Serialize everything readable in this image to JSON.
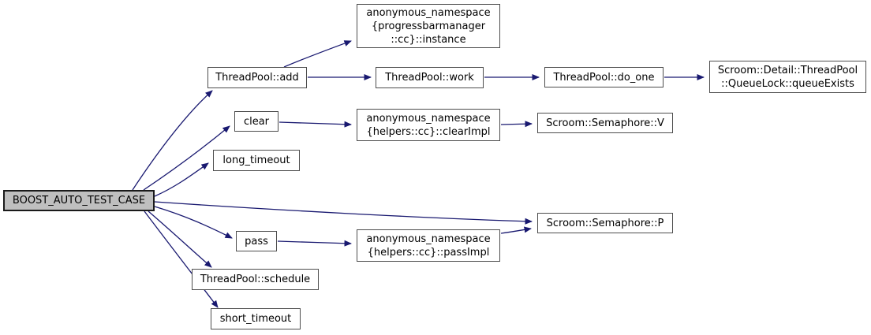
{
  "diagram": {
    "kind": "doxygen-call-graph",
    "colors": {
      "edge": "#191970",
      "node_border": "#4d4d4d",
      "node_fill": "#ffffff",
      "highlight_fill": "#bfbfbf",
      "text": "#000000"
    },
    "nodes": {
      "boost": {
        "label": "BOOST_AUTO_TEST_CASE",
        "highlighted": true
      },
      "add": {
        "label": "ThreadPool::add"
      },
      "instance": {
        "label": "anonymous_namespace\n{progressbarmanager\n::cc}::instance"
      },
      "work": {
        "label": "ThreadPool::work"
      },
      "do_one": {
        "label": "ThreadPool::do_one"
      },
      "queue_exists": {
        "label": "Scroom::Detail::ThreadPool\n::QueueLock::queueExists"
      },
      "clear": {
        "label": "clear"
      },
      "clear_impl": {
        "label": "anonymous_namespace\n{helpers::cc}::clearImpl"
      },
      "sem_v": {
        "label": "Scroom::Semaphore::V"
      },
      "long_timeout": {
        "label": "long_timeout"
      },
      "sem_p": {
        "label": "Scroom::Semaphore::P"
      },
      "pass": {
        "label": "pass"
      },
      "pass_impl": {
        "label": "anonymous_namespace\n{helpers::cc}::passImpl"
      },
      "schedule": {
        "label": "ThreadPool::schedule"
      },
      "short_timeout": {
        "label": "short_timeout"
      }
    },
    "edges": [
      {
        "from": "BOOST_AUTO_TEST_CASE",
        "to": "ThreadPool::add"
      },
      {
        "from": "BOOST_AUTO_TEST_CASE",
        "to": "clear"
      },
      {
        "from": "BOOST_AUTO_TEST_CASE",
        "to": "long_timeout"
      },
      {
        "from": "BOOST_AUTO_TEST_CASE",
        "to": "Scroom::Semaphore::P"
      },
      {
        "from": "BOOST_AUTO_TEST_CASE",
        "to": "pass"
      },
      {
        "from": "BOOST_AUTO_TEST_CASE",
        "to": "ThreadPool::schedule"
      },
      {
        "from": "BOOST_AUTO_TEST_CASE",
        "to": "short_timeout"
      },
      {
        "from": "ThreadPool::add",
        "to": "anonymous_namespace{progressbarmanager::cc}::instance"
      },
      {
        "from": "ThreadPool::add",
        "to": "ThreadPool::work"
      },
      {
        "from": "ThreadPool::work",
        "to": "ThreadPool::do_one"
      },
      {
        "from": "ThreadPool::do_one",
        "to": "Scroom::Detail::ThreadPool::QueueLock::queueExists"
      },
      {
        "from": "clear",
        "to": "anonymous_namespace{helpers::cc}::clearImpl"
      },
      {
        "from": "anonymous_namespace{helpers::cc}::clearImpl",
        "to": "Scroom::Semaphore::V"
      },
      {
        "from": "pass",
        "to": "anonymous_namespace{helpers::cc}::passImpl"
      },
      {
        "from": "anonymous_namespace{helpers::cc}::passImpl",
        "to": "Scroom::Semaphore::P"
      }
    ]
  }
}
